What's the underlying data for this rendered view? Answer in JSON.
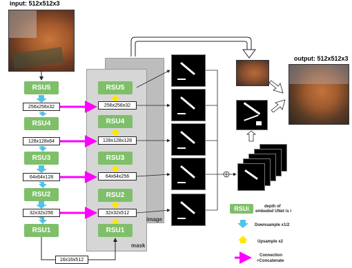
{
  "input_label": "input: 512x512x3",
  "output_label": "output: 512x512x3",
  "encoder": [
    {
      "block": "RSU5",
      "tensor": "256x256x32"
    },
    {
      "block": "RSU4",
      "tensor": "128x128x64"
    },
    {
      "block": "RSU3",
      "tensor": "64x64x128"
    },
    {
      "block": "RSU2",
      "tensor": "32x32x256"
    },
    {
      "block": "RSU1",
      "tensor": "16x16x512"
    }
  ],
  "decoder": [
    {
      "block": "RSU5",
      "tensor": "256x256x32"
    },
    {
      "block": "RSU4",
      "tensor": "128x128x128"
    },
    {
      "block": "RSU3",
      "tensor": "64x64x256"
    },
    {
      "block": "RSU2",
      "tensor": "32x32x512"
    },
    {
      "block": "RSU1"
    }
  ],
  "panels": {
    "image": "image",
    "mask": "mask"
  },
  "legend": {
    "rsu_box": "RSUi",
    "rsu_text_1": "depth of",
    "rsu_text_2": "embeded UNet is i",
    "downsample": "Downsample x1/2",
    "upsample": "Upsample x2",
    "connection_1": "Connection",
    "connection_2": "+Concatenate"
  },
  "colors": {
    "rsu_green": "#7fbf6a",
    "downsample_blue": "#4fc3e8",
    "upsample_yellow": "#ffe600",
    "connection_magenta": "#ff00ff",
    "panel_gray": "#d0d0d0"
  },
  "icons": [
    "down-arrow-blue",
    "up-arrow-yellow",
    "right-arrow-magenta",
    "concat-plus-circle"
  ]
}
